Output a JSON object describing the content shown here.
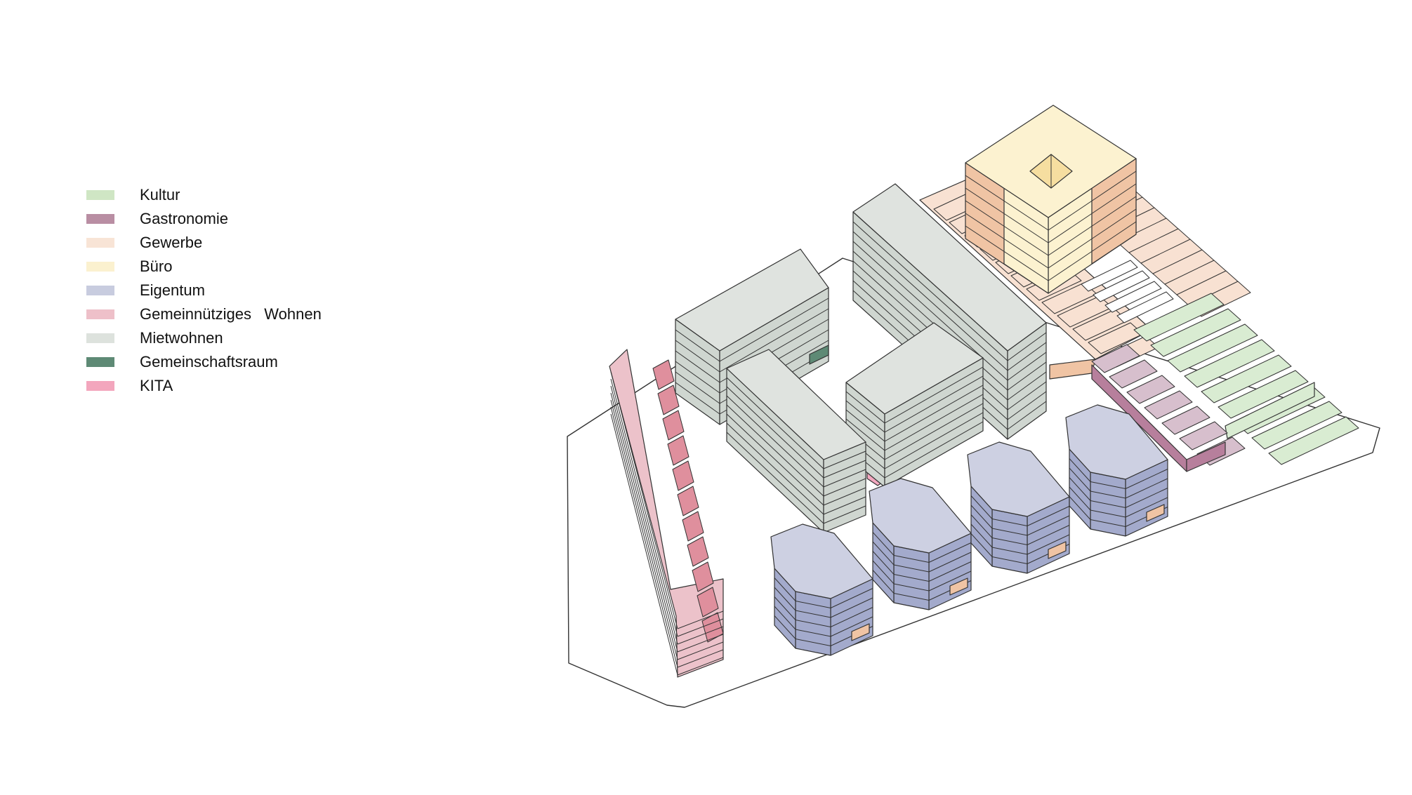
{
  "legend": {
    "items": [
      {
        "label": "Kultur",
        "color": "#cfe6c4"
      },
      {
        "label": "Gastronomie",
        "color": "#b98ea3"
      },
      {
        "label": "Gewerbe",
        "color": "#f8e4d6"
      },
      {
        "label": "Büro",
        "color": "#fbf1cf"
      },
      {
        "label": "Eigentum",
        "color": "#c8ccdf"
      },
      {
        "label": "Gemeinnütziges   Wohnen",
        "color": "#eec0c9"
      },
      {
        "label": "Mietwohnen",
        "color": "#dde2dd"
      },
      {
        "label": "Gemeinschaftsraum",
        "color": "#5e8a75"
      },
      {
        "label": "KITA",
        "color": "#f3a6bd"
      }
    ]
  },
  "colors": {
    "mietwohnen_top": "#dfe3df",
    "mietwohnen_side": "#cfd6d0",
    "eigentum_top": "#cdd0e2",
    "eigentum_side": "#a3aacc",
    "wohnen_top": "#ecc2ca",
    "wohnen_side": "#df8f9d",
    "gewerbe": "#f8e1d2",
    "gewerbe_side": "#f0c4a4",
    "buero_top": "#fcf2d0",
    "kultur": "#d9ecd2",
    "gastronomie": "#d7bfcd",
    "gastronomie_side": "#b77f9c",
    "gemeinschaftsraum": "#5e8a75",
    "kita": "#f2a8bf",
    "outline": "#333333"
  }
}
